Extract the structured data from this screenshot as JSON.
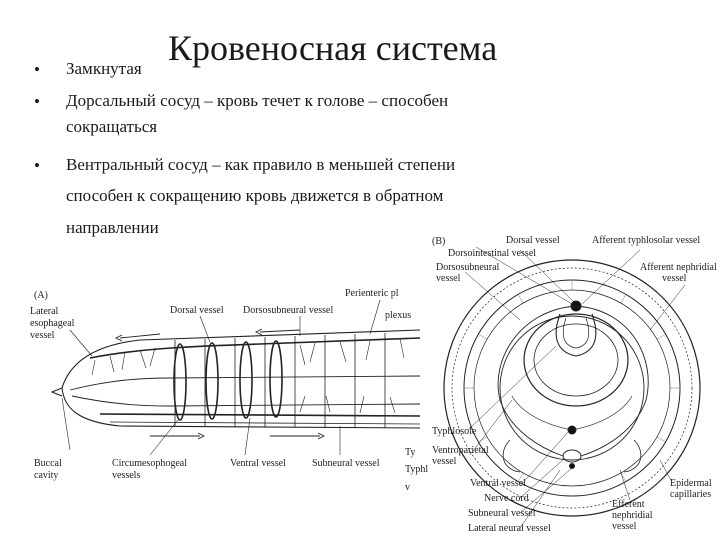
{
  "slide": {
    "title": "Кровеносная система",
    "bullets": [
      {
        "lines": [
          "Замкнутая"
        ]
      },
      {
        "lines": [
          "Дорсальный сосуд – кровь течет к голове – способен",
          "сокращаться"
        ]
      },
      {
        "lines": [
          "Вентральный сосуд – как правило в меньшей степени",
          "способен к сокращению кровь движется в обратном",
          "направлении"
        ]
      }
    ],
    "bullet_char": "•"
  },
  "figure_a": {
    "panel_label": "(A)",
    "labels": {
      "lateral_esophageal": [
        "Lateral",
        "esophageal",
        "vessel"
      ],
      "dorsal": "Dorsal vessel",
      "dorsosubneural": "Dorsosubneural vessel",
      "perienteric": "Perienteric pl",
      "plexus": "plexus",
      "buccal": [
        "Buccal",
        "cavity"
      ],
      "circumesophageal": [
        "Circumesophogeal",
        "vessels"
      ],
      "ventral": "Ventral vessel",
      "subneural": "Subneural vessel",
      "ty": "Ty",
      "v": "v"
    }
  },
  "figure_b": {
    "panel_label": "(B)",
    "labels": {
      "dorsointestinal": "Dorsointestinal vessel",
      "dorsal": "Dorsal vessel",
      "afferent_typhlosolar": "Afferent typhlosolar vessel",
      "dorsosubneural": [
        "Dorsosubneural",
        "vessel"
      ],
      "afferent_nephridial": [
        "Afferent nephridial",
        "vessel"
      ],
      "typhlosole": "Typhlosole",
      "ventroparietal": [
        "Ventroparietal",
        "vessel"
      ],
      "ventral": "Ventral vessel",
      "nerve_cord": "Nerve cord",
      "subneural": "Subneural vessel",
      "lateral_neural": "Lateral neural vessel",
      "efferent_nephridial": [
        "Efferent",
        "nephridial",
        "vessel"
      ],
      "epidermal": [
        "Epidermal",
        "capillaries"
      ],
      "typhl_partial": "Typhl"
    }
  }
}
